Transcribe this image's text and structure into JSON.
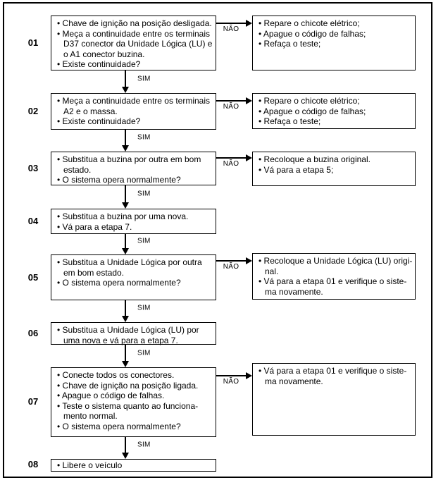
{
  "colors": {
    "ink": "#000000",
    "paper": "#ffffff"
  },
  "flowchart": {
    "yes_label": "SIM",
    "no_label": "NÃO",
    "steps": [
      {
        "number": "01",
        "bullets": [
          "Chave de ignição na posição desligada.",
          [
            "Meça a continuidade entre os terminais",
            "D37 conector da Unidade Lógica (LU) e",
            "o A1 conector buzina."
          ],
          "Existe continuidade?"
        ],
        "no_box": {
          "bullets": [
            "Repare o chicote elétrico;",
            "Apague o código de falhas;",
            "Refaça o teste;"
          ]
        }
      },
      {
        "number": "02",
        "bullets": [
          [
            "Meça a continuidade entre os terminais",
            "A2 e o massa."
          ],
          "Existe continuidade?"
        ],
        "no_box": {
          "bullets": [
            "Repare o chicote elétrico;",
            "Apague o código de falhas;",
            "Refaça o teste;"
          ]
        }
      },
      {
        "number": "03",
        "bullets": [
          [
            "Substitua a buzina por outra em bom",
            "estado."
          ],
          "O sistema opera normalmente?"
        ],
        "no_box": {
          "bullets": [
            "Recoloque a buzina original.",
            "Vá para a etapa 5;"
          ]
        }
      },
      {
        "number": "04",
        "bullets": [
          "Substitua a buzina por uma nova.",
          "Vá para a etapa 7."
        ]
      },
      {
        "number": "05",
        "bullets": [
          [
            "Substitua a Unidade Lógica por outra",
            "em bom estado."
          ],
          "O sistema opera normalmente?"
        ],
        "no_box": {
          "bullets": [
            [
              "Recoloque a Unidade Lógica (LU) origi-",
              "nal."
            ],
            [
              "Vá para a etapa 01 e verifique o siste-",
              "ma novamente."
            ]
          ]
        }
      },
      {
        "number": "06",
        "bullets": [
          [
            "Substitua a Unidade Lógica (LU) por",
            "uma nova e vá para a etapa 7."
          ]
        ]
      },
      {
        "number": "07",
        "bullets": [
          "Conecte todos os conectores.",
          "Chave de ignição na posição ligada.",
          "Apague o código de falhas.",
          [
            "Teste o sistema quanto ao funciona-",
            "mento normal."
          ],
          "O sistema opera normalmente?"
        ],
        "no_box": {
          "bullets": [
            [
              "Vá para a etapa 01 e verifique o siste-",
              "ma novamente."
            ]
          ]
        }
      },
      {
        "number": "08",
        "bullets": [
          "Libere o veículo"
        ]
      }
    ]
  }
}
